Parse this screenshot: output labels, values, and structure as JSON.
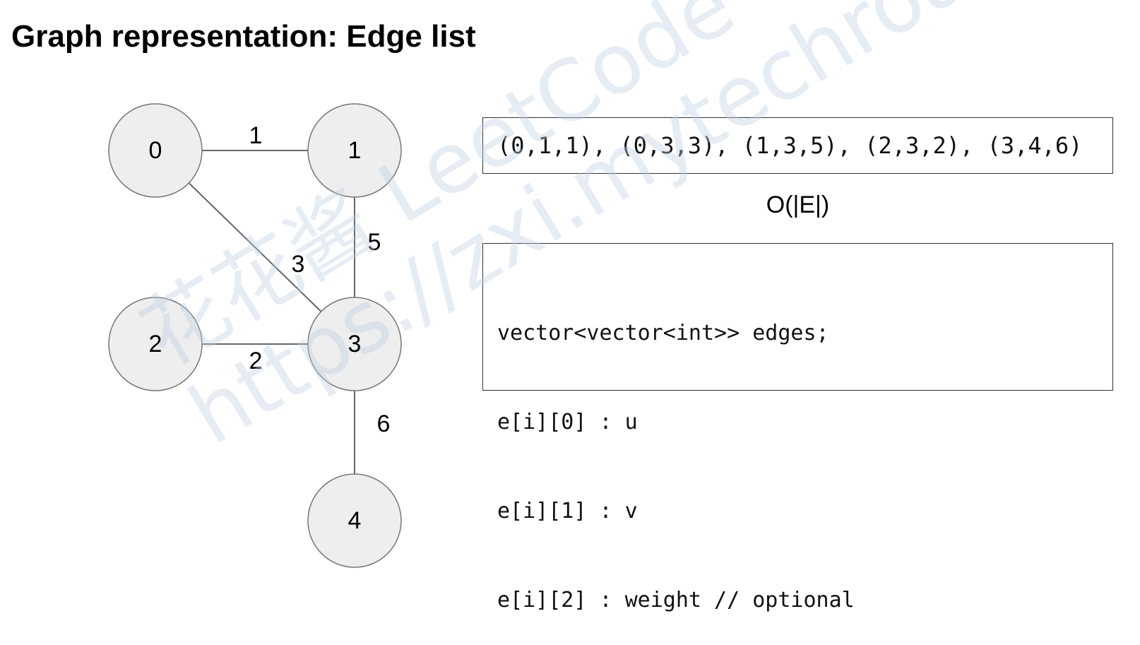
{
  "slide": {
    "title": "Graph representation: Edge list"
  },
  "graph": {
    "nodes": [
      {
        "id": "0",
        "label": "0"
      },
      {
        "id": "1",
        "label": "1"
      },
      {
        "id": "2",
        "label": "2"
      },
      {
        "id": "3",
        "label": "3"
      },
      {
        "id": "4",
        "label": "4"
      }
    ],
    "edges": [
      {
        "from": "0",
        "to": "1",
        "weight": "1"
      },
      {
        "from": "0",
        "to": "3",
        "weight": "3"
      },
      {
        "from": "1",
        "to": "3",
        "weight": "5"
      },
      {
        "from": "2",
        "to": "3",
        "weight": "2"
      },
      {
        "from": "3",
        "to": "4",
        "weight": "6"
      }
    ],
    "colors": {
      "node_fill": "#eeeeee",
      "node_stroke": "#777777",
      "edge_stroke": "#666666"
    }
  },
  "edge_list": {
    "text": "(0,1,1), (0,3,3), (1,3,5), (2,3,2), (3,4,6)"
  },
  "complexity": {
    "text": "O(|E|)"
  },
  "code": {
    "lines": [
      "vector<vector<int>> edges;",
      "e[i][0] : u",
      "e[i][1] : v",
      "e[i][2] : weight // optional"
    ]
  },
  "watermark": {
    "line1": "花花酱 LeetCode",
    "line2": "https://zxi.mytechroad.com/blog/"
  }
}
